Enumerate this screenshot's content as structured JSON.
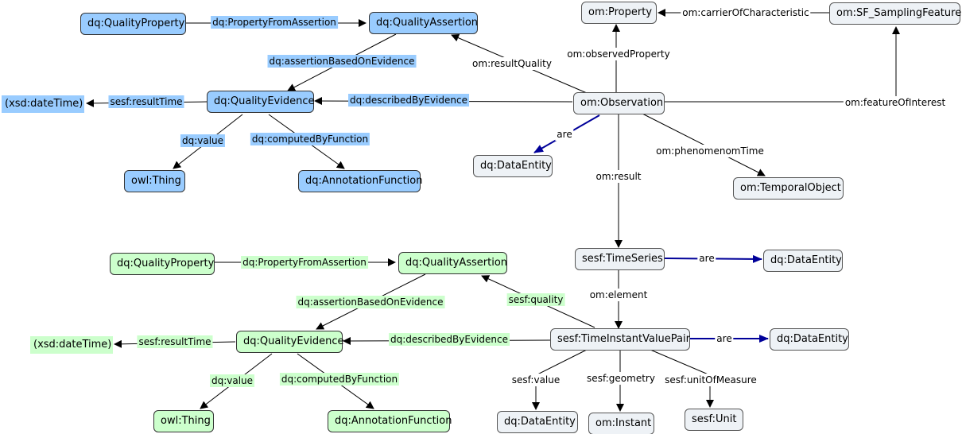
{
  "diagram": {
    "nodes": {
      "n_qp_b": "dq:QualityProperty",
      "n_qa_b": "dq:QualityAssertion",
      "n_prop": "om:Property",
      "n_sf": "om:SF_SamplingFeature",
      "n_xsd_b": "(xsd:dateTime)",
      "n_qe_b": "dq:QualityEvidence",
      "n_obs": "om:Observation",
      "n_de1": "dq:DataEntity",
      "n_thing_b": "owl:Thing",
      "n_af_b": "dq:AnnotationFunction",
      "n_temp": "om:TemporalObject",
      "n_qp_g": "dq:QualityProperty",
      "n_qa_g": "dq:QualityAssertion",
      "n_ts": "sesf:TimeSeries",
      "n_de2": "dq:DataEntity",
      "n_xsd_g": "(xsd:dateTime)",
      "n_qe_g": "dq:QualityEvidence",
      "n_tivp": "sesf:TimeInstantValuePair",
      "n_de3": "dq:DataEntity",
      "n_thing_g": "owl:Thing",
      "n_af_g": "dq:AnnotationFunction",
      "n_de4": "dq:DataEntity",
      "n_instant": "om:Instant",
      "n_unit": "sesf:Unit"
    },
    "edges": {
      "e1": "dq:PropertyFromAssertion",
      "e2": "om:carrierOfCharacteristic",
      "e3": "om:observedProperty",
      "e4": "dq:assertionBasedOnEvidence",
      "e5": "om:resultQuality",
      "e6": "sesf:resultTime",
      "e7": "dq:describedByEvidence",
      "e8": "om:featureOfInterest",
      "e9": "dq:value",
      "e10": "dq:computedByFunction",
      "e11": "are",
      "e12": "om:phenomenomTime",
      "e13": "om:result",
      "e14": "dq:PropertyFromAssertion",
      "e15": "are",
      "e16": "dq:assertionBasedOnEvidence",
      "e17": "sesf:quality",
      "e18": "om:element",
      "e19": "sesf:resultTime",
      "e20": "dq:describedByEvidence",
      "e21": "are",
      "e22": "dq:value",
      "e23": "dq:computedByFunction",
      "e24": "sesf:value",
      "e25": "sesf:geometry",
      "e26": "sesf:unitOfMeasure"
    }
  }
}
